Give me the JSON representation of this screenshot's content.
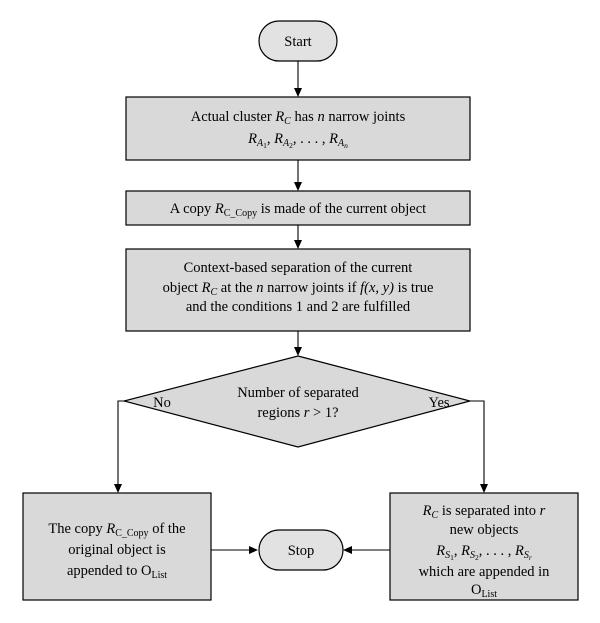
{
  "start": {
    "label": "Start"
  },
  "stop": {
    "label": "Stop"
  },
  "box1": {
    "line1_pre": "Actual cluster ",
    "line1_var": "R",
    "line1_var_sub": "C",
    "line1_mid": " has ",
    "line1_n": "n",
    "line1_post": " narrow joints",
    "line2": {
      "r": "R",
      "a": "A",
      "i1": "1",
      "i2": "2",
      "in": "n",
      "sep": ",",
      "dots": ", . . . ,"
    }
  },
  "box2": {
    "pre": "A copy ",
    "var": "R",
    "var_sub": "C_Copy",
    "post": " is made of the current object"
  },
  "box3": {
    "line1": "Context-based separation of the current",
    "line2_pre": "object ",
    "line2_var": "R",
    "line2_sub": "C",
    "line2_mid": " at the ",
    "line2_n": "n",
    "line2_post": " narrow joints if ",
    "line2_func": "f",
    "line2_args": "(x, y)",
    "line2_end": " is true",
    "line3": "and the conditions 1 and 2 are fulfilled"
  },
  "decision": {
    "line1": "Number of separated",
    "line2_pre": "regions ",
    "line2_var": "r",
    "line2_post": " > 1?",
    "no_label": "No",
    "yes_label": "Yes"
  },
  "left_box": {
    "line1_pre": "The copy ",
    "line1_var": "R",
    "line1_sub": "C_Copy",
    "line1_post": " of the",
    "line2": "original object is",
    "line3_pre": "appended to O",
    "line3_sub": "List"
  },
  "right_box": {
    "line1_var": "R",
    "line1_sub": "C",
    "line1_mid": " is separated into ",
    "line1_r": "r",
    "line2": "new objects",
    "line3": {
      "r": "R",
      "s": "S",
      "i1": "1",
      "i2": "2",
      "ir": "r",
      "sep": ",",
      "dots": ", . . . ,"
    },
    "line4": "which are appended in",
    "line5_pre": "O",
    "line5_sub": "List"
  }
}
